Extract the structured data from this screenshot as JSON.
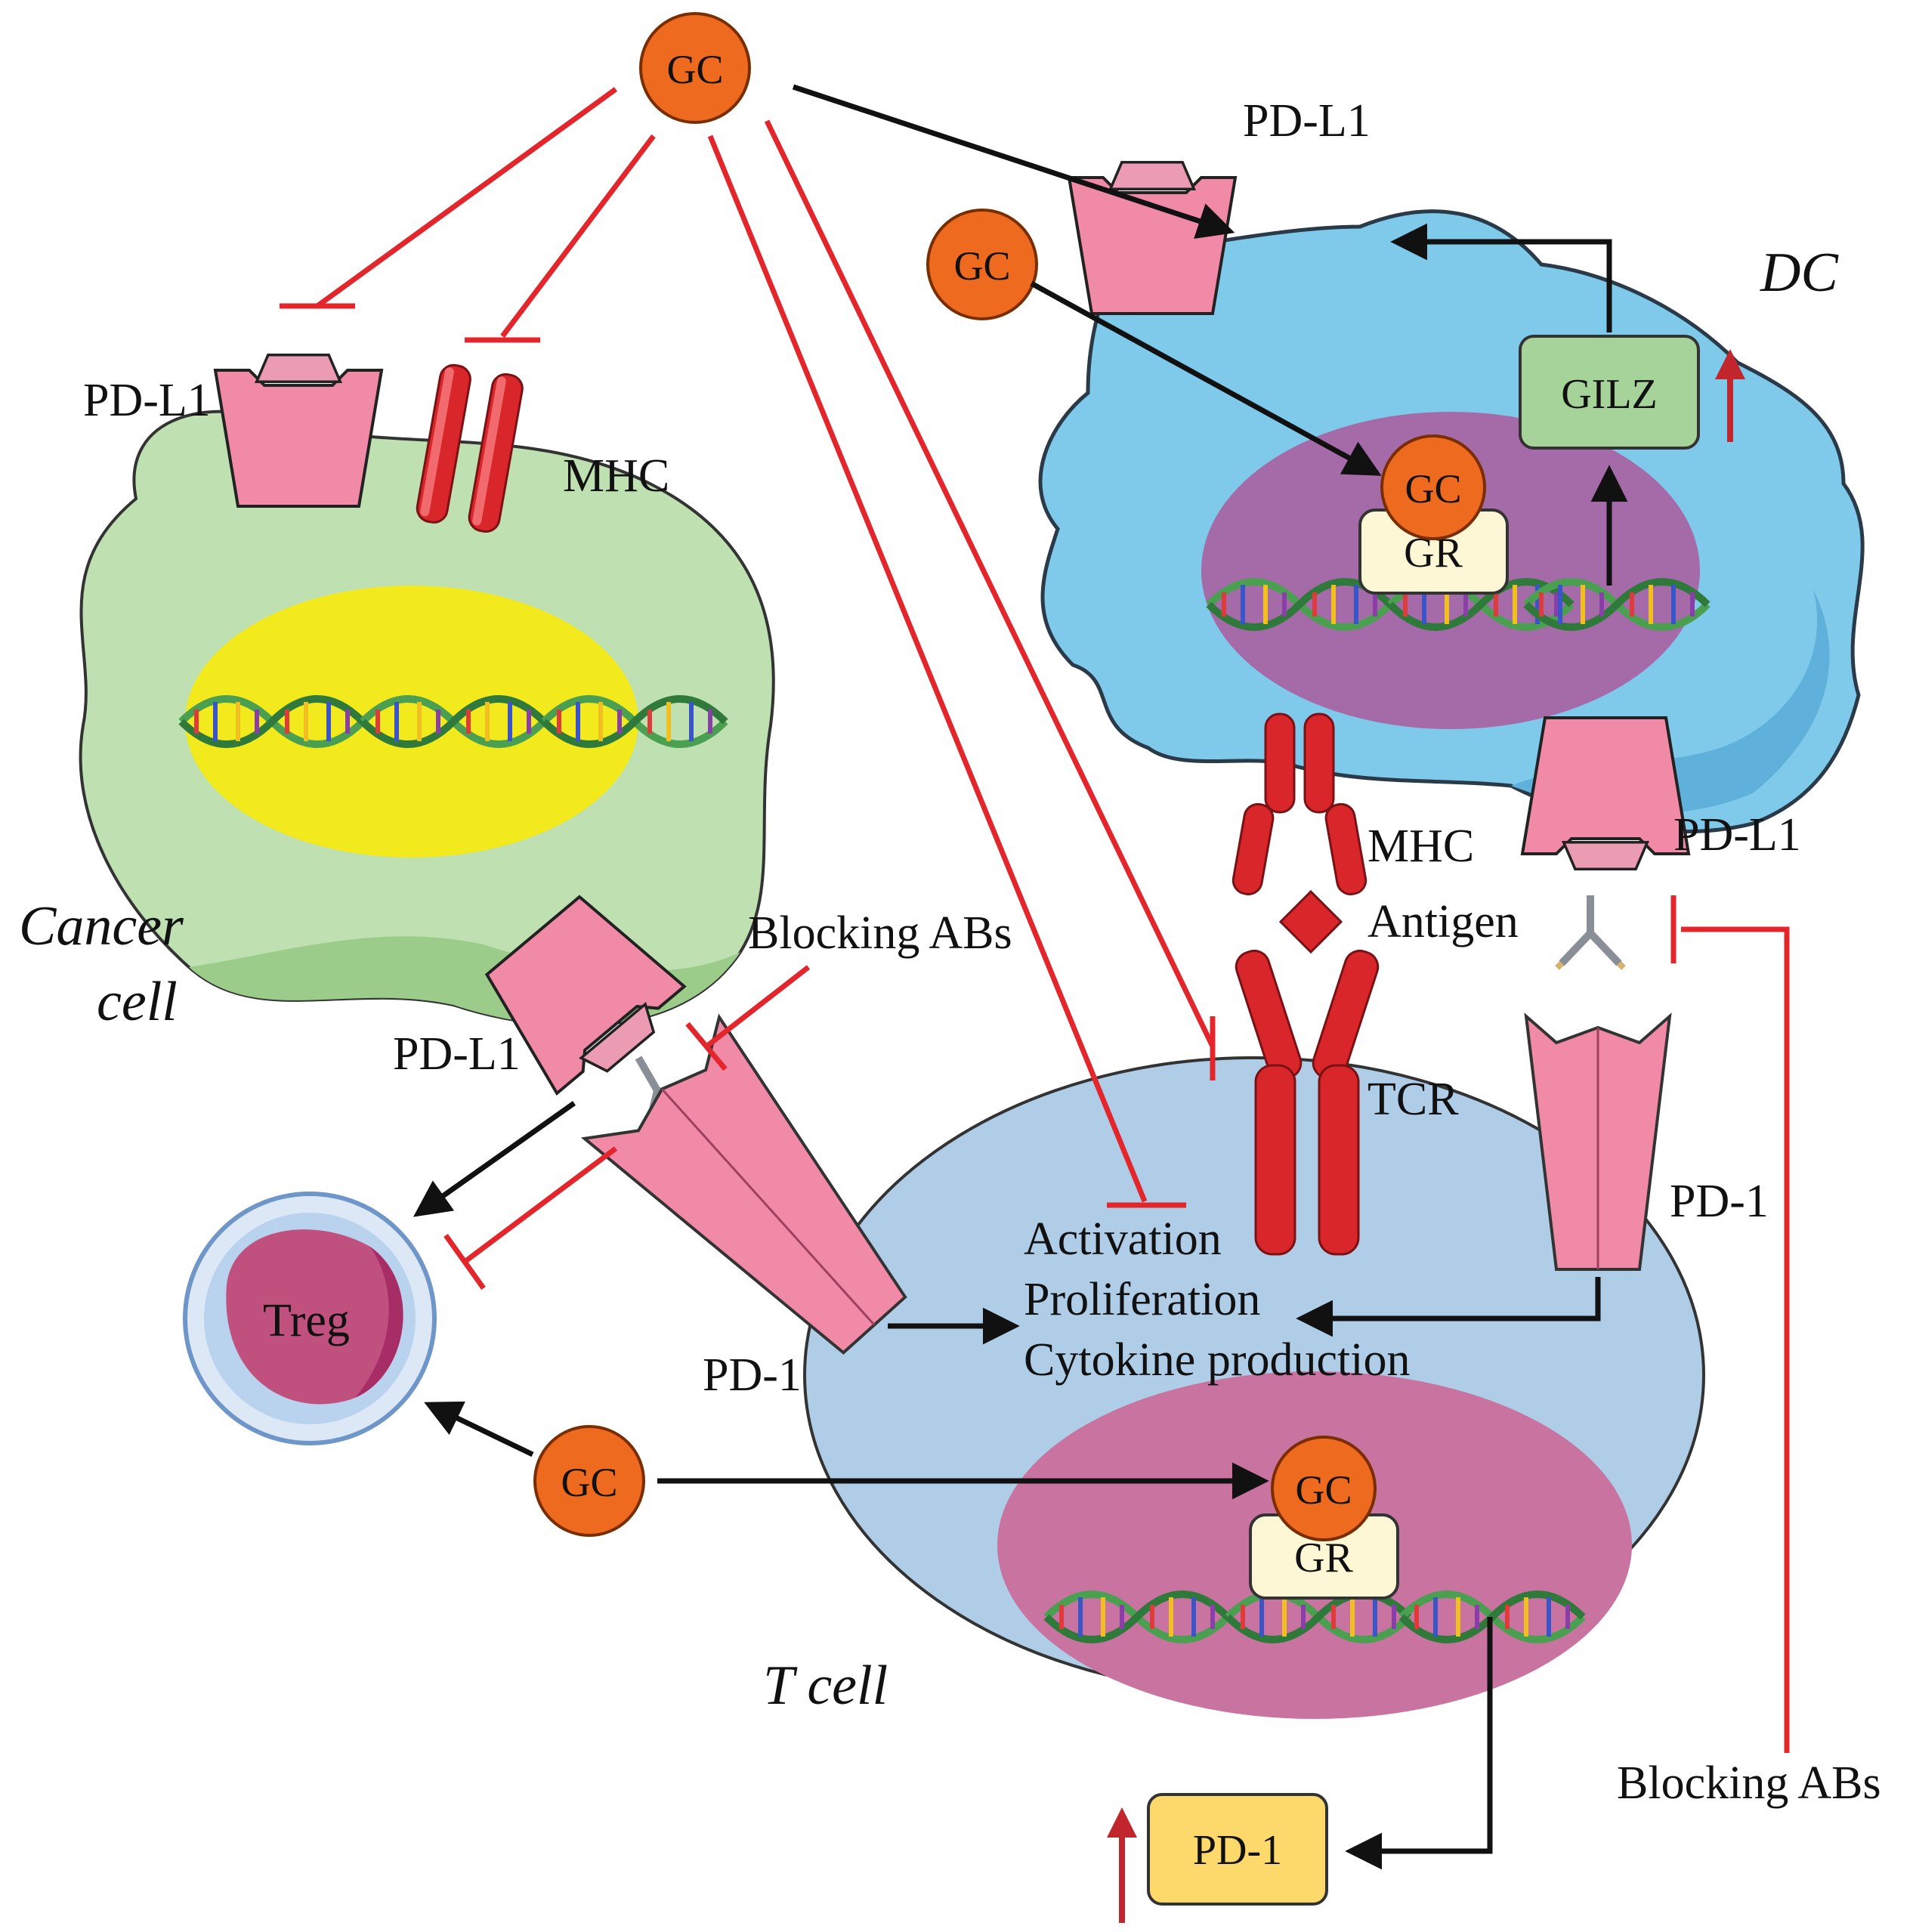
{
  "labels": {
    "gc": "GC",
    "gr": "GR",
    "pdl1": "PD-L1",
    "pd1": "PD-1",
    "mhc": "MHC",
    "tcr": "TCR",
    "antigen": "Antigen",
    "gilz": "GILZ",
    "treg": "Treg",
    "blocking_abs": "Blocking ABs",
    "cancer_cell_line1": "Cancer",
    "cancer_cell_line2": "cell",
    "dc": "DC",
    "t_cell": "T cell"
  },
  "effects": {
    "activation": "Activation",
    "proliferation": "Proliferation",
    "cytokine": "Cytokine production"
  },
  "colors": {
    "gc": "#ee6a1f",
    "inhibit": "#e3262b",
    "activate": "#111111",
    "cancer_cell": "#bfe0b0",
    "cancer_nucleus": "#f2ea1d",
    "dc_cell": "#7fcaea",
    "dc_nucleus": "#a46ba8",
    "t_cell": "#b0cde8",
    "t_nucleus": "#c873a0",
    "pd_protein": "#f08aa6",
    "mhc_tcr": "#d8262b",
    "gilz_box": "#a6d39a",
    "pd1_box": "#fcd96a",
    "gr_box": "#fdf7d6",
    "treg": "#c0517e"
  }
}
